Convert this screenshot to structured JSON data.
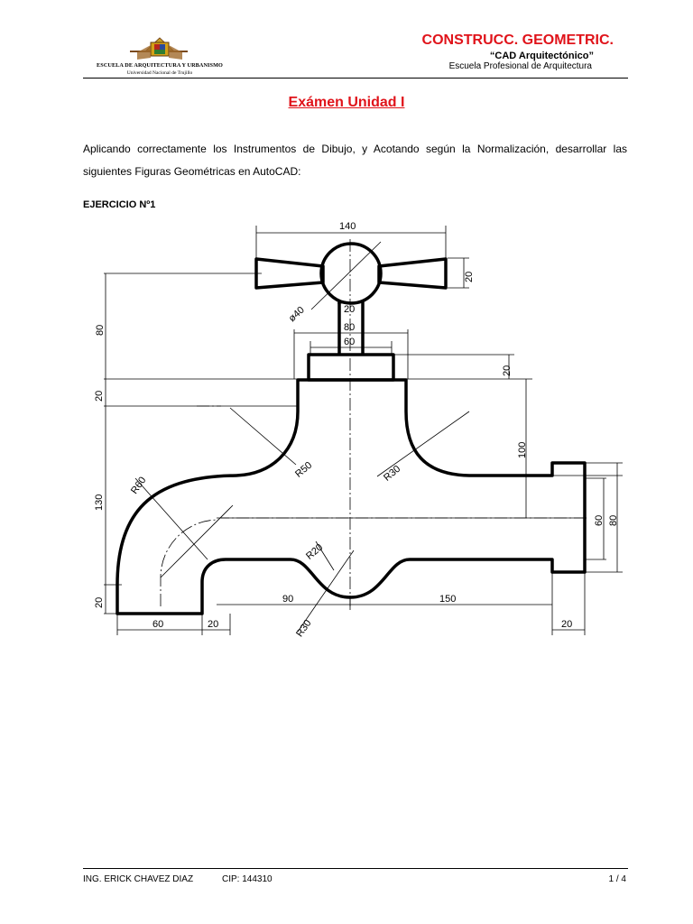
{
  "header": {
    "logo": {
      "institution": "ESCUELA DE ARQUITECTURA Y URBANISMO",
      "university": "Universidad Nacional de Trujillo"
    },
    "title": "CONSTRUCC. GEOMETRIC.",
    "course": "“CAD Arquitectónico”",
    "school": "Escuela Profesional de Arquitectura"
  },
  "exam_title": "Exámen Unidad I",
  "instructions": "Aplicando correctamente los Instrumentos de Dibujo, y Acotando según la Normalización, desarrollar las siguientes Figuras Geométricas en AutoCAD:",
  "exercise_label": "EJERCICIO Nº1",
  "drawing": {
    "dim_140": "140",
    "dim_20_handle": "20",
    "dim_phi40": "ø40",
    "dim_20_stem": "20",
    "dim_80_nut": "80",
    "dim_60_nut": "60",
    "dim_80_left": "80",
    "dim_20_left": "20",
    "dim_130_left": "130",
    "dim_20_bottom_left": "20",
    "dim_20_nut_right": "20",
    "dim_100_right": "100",
    "dim_60_outlet": "60",
    "dim_80_outlet": "80",
    "dim_r50_left": "R50",
    "dim_r30_right": "R30",
    "dim_r60": "R60",
    "dim_r20": "R20",
    "dim_r30_bottom": "R30",
    "dim_60_bottom": "60",
    "dim_20_bottom_a": "20",
    "dim_90": "90",
    "dim_150": "150",
    "dim_20_bottom_b": "20"
  },
  "footer": {
    "author": "ING. ERICK CHAVEZ DIAZ",
    "cip": "CIP: 144310",
    "page": "1 / 4"
  }
}
